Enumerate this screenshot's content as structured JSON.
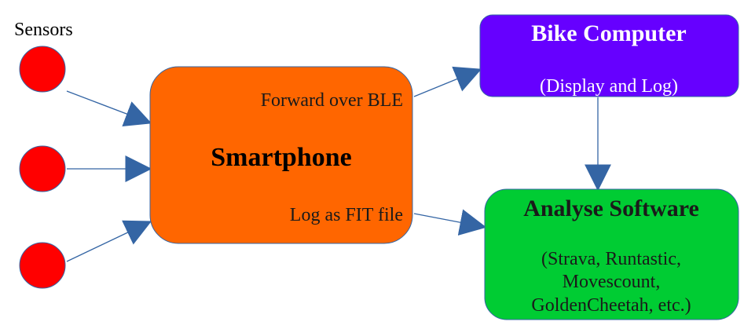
{
  "sensors": {
    "label": "Sensors",
    "count": 3,
    "color": "#ff0000"
  },
  "smartphone": {
    "title": "Smartphone",
    "forward_label": "Forward over BLE",
    "log_label": "Log as FIT file",
    "color": "#ff6600"
  },
  "bike_computer": {
    "title": "Bike Computer",
    "subtitle": "(Display and Log)",
    "color": "#6600ff"
  },
  "analyse_software": {
    "title": "Analyse Software",
    "subtitle_lines": [
      "(Strava, Runtastic,",
      "Movescount,",
      "GoldenCheetah, etc.)"
    ],
    "color": "#00cc33"
  },
  "arrow_color": "#3465a4"
}
